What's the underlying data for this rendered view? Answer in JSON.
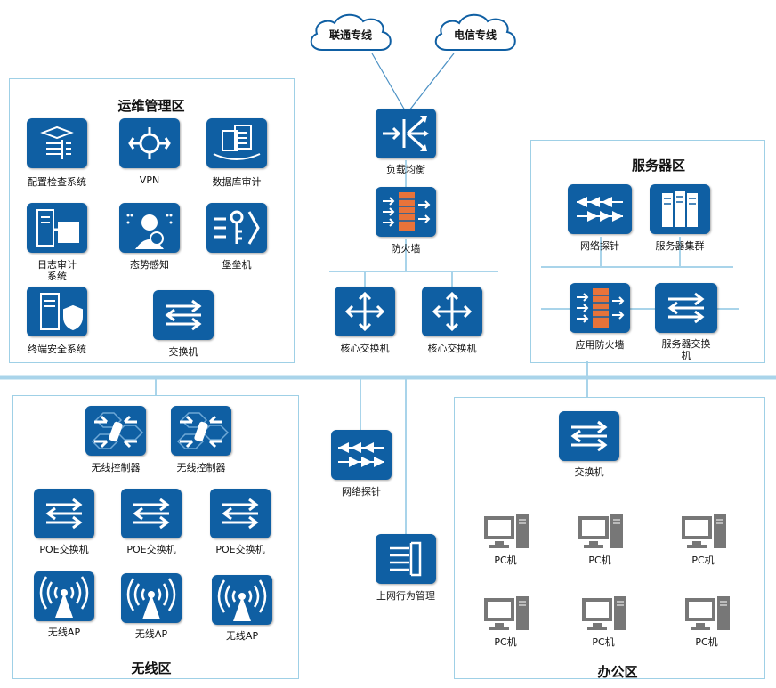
{
  "clouds": {
    "unicom": "联通专线",
    "telecom": "电信专线"
  },
  "zones": {
    "ops": "运维管理区",
    "server": "服务器区",
    "wireless": "无线区",
    "office": "办公区"
  },
  "ops": {
    "config_check": "配置检查系统",
    "vpn": "VPN",
    "db_audit": "数据库审计",
    "log_audit": "日志审计\n系统",
    "situation": "态势感知",
    "bastion": "堡垒机",
    "endpoint": "终端安全系统",
    "switch": "交换机"
  },
  "center": {
    "load_balance": "负载均衡",
    "firewall": "防火墙",
    "core_switch_1": "核心交换机",
    "core_switch_2": "核心交换机",
    "net_probe": "网络探针",
    "behavior_mgmt": "上网行为管理"
  },
  "server": {
    "net_probe": "网络探针",
    "server_cluster": "服务器集群",
    "app_firewall": "应用防火墙",
    "server_switch": "服务器交换\n机"
  },
  "wireless": {
    "controller_1": "无线控制器",
    "controller_2": "无线控制器",
    "poe_1": "POE交换机",
    "poe_2": "POE交换机",
    "poe_3": "POE交换机",
    "ap_1": "无线AP",
    "ap_2": "无线AP",
    "ap_3": "无线AP"
  },
  "office": {
    "switch": "交换机",
    "pcs": [
      "PC机",
      "PC机",
      "PC机",
      "PC机",
      "PC机",
      "PC机"
    ]
  },
  "colors": {
    "icon_blue": "#0f5fa3",
    "zone_border": "#9fd0e6",
    "backbone": "#a9d4ea",
    "firewall_orange": "#e8733a"
  }
}
